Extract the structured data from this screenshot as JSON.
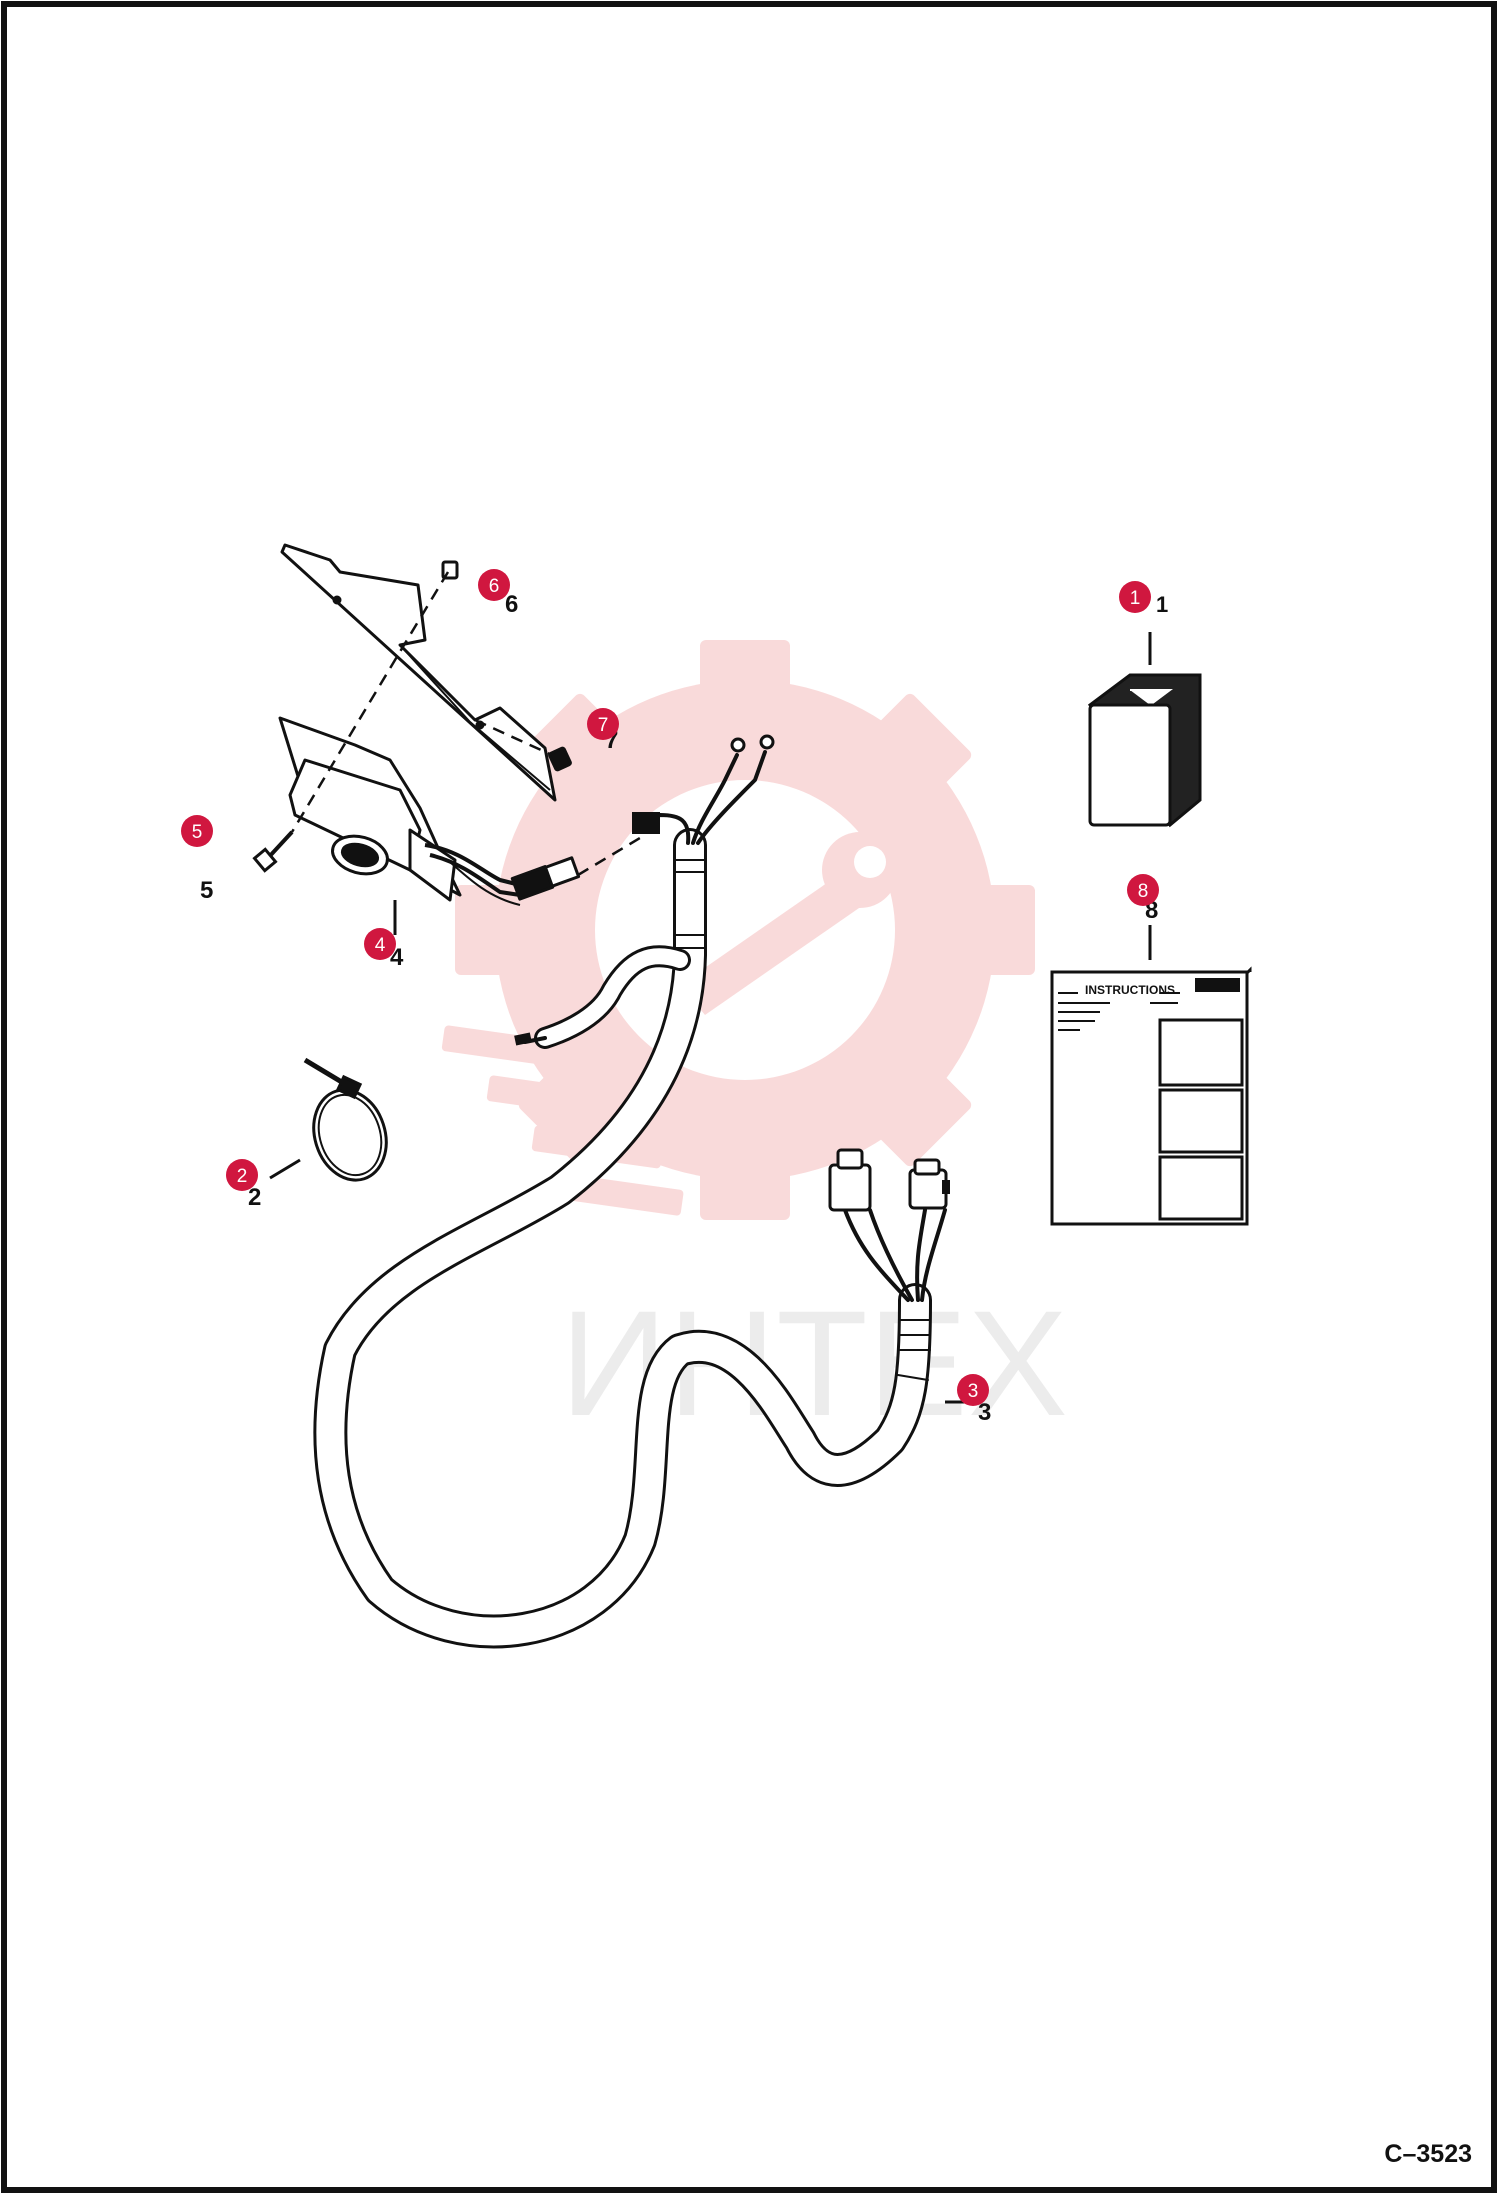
{
  "drawing": {
    "reference_code": "C–3523",
    "watermark_text": "ИНТЕХ",
    "instruction_sheet_title": "INSTRUCTIONS",
    "colors": {
      "callout": "#d0173f",
      "line": "#111111",
      "watermark": "#f6c9c9"
    }
  },
  "callouts": [
    {
      "number": "1",
      "part": "box"
    },
    {
      "number": "2",
      "part": "cable-tie"
    },
    {
      "number": "3",
      "part": "wiring-harness"
    },
    {
      "number": "4",
      "part": "alarm-unit"
    },
    {
      "number": "5",
      "part": "screw"
    },
    {
      "number": "6",
      "part": "nut"
    },
    {
      "number": "7",
      "part": "nut"
    },
    {
      "number": "8",
      "part": "instruction-sheet"
    }
  ]
}
